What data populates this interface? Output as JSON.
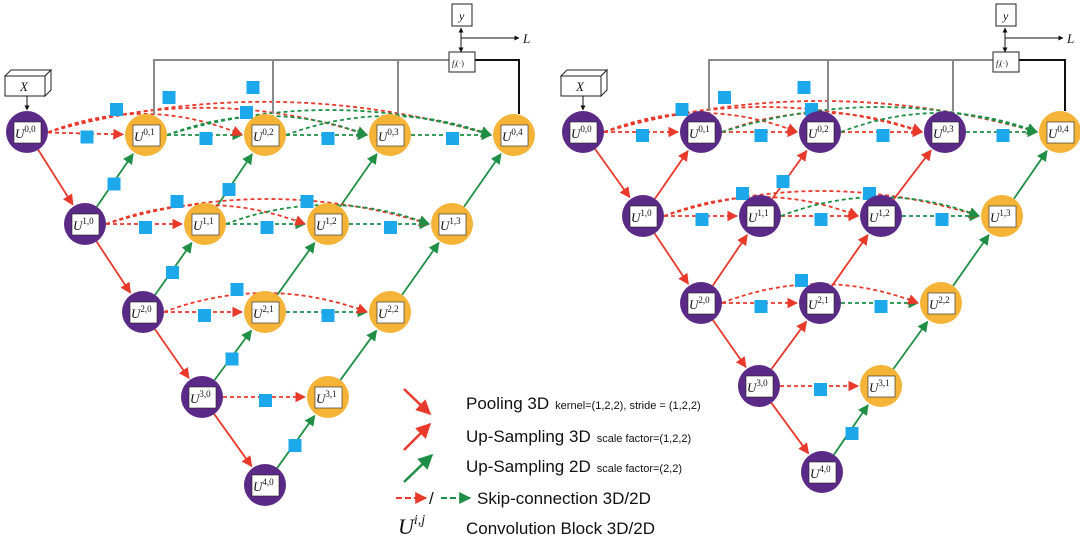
{
  "colors": {
    "encoder": "#5b2a86",
    "decoder": "#f5b338",
    "red": "#e8392b",
    "green": "#1f8f45",
    "square": "#1ea8ec",
    "gray": "#8a8a8a",
    "black": "#111111"
  },
  "input_label": "X",
  "output_label": "y",
  "loss_label": "L",
  "fn_label": "f",
  "fn_sub": "i",
  "fn_arg": "(·)",
  "node_prefix": "U",
  "legend": {
    "pool_3d": "Pooling 3D",
    "pool_3d_params": "kernel=(1,2,2), stride = (1,2,2)",
    "up_3d": "Up-Sampling 3D",
    "up_3d_params": "scale factor=(1,2,2)",
    "up_2d": "Up-Sampling 2D",
    "up_2d_params": "scale factor=(2,2)",
    "skip_sep": "/",
    "skip": "Skip-connection 3D/2D",
    "conv_symbol": "U",
    "conv_sup": "i,j",
    "conv": "Convolution Block 3D/2D"
  },
  "left_nodes": [
    {
      "i": 0,
      "j": 0,
      "type": "encoder"
    },
    {
      "i": 1,
      "j": 0,
      "type": "encoder"
    },
    {
      "i": 2,
      "j": 0,
      "type": "encoder"
    },
    {
      "i": 3,
      "j": 0,
      "type": "encoder"
    },
    {
      "i": 4,
      "j": 0,
      "type": "encoder"
    },
    {
      "i": 0,
      "j": 1,
      "type": "decoder"
    },
    {
      "i": 0,
      "j": 2,
      "type": "decoder"
    },
    {
      "i": 0,
      "j": 3,
      "type": "decoder"
    },
    {
      "i": 0,
      "j": 4,
      "type": "decoder"
    },
    {
      "i": 1,
      "j": 1,
      "type": "decoder"
    },
    {
      "i": 1,
      "j": 2,
      "type": "decoder"
    },
    {
      "i": 1,
      "j": 3,
      "type": "decoder"
    },
    {
      "i": 2,
      "j": 1,
      "type": "decoder"
    },
    {
      "i": 2,
      "j": 2,
      "type": "decoder"
    },
    {
      "i": 3,
      "j": 1,
      "type": "decoder"
    }
  ],
  "right_nodes": [
    {
      "i": 0,
      "j": 0,
      "type": "encoder"
    },
    {
      "i": 1,
      "j": 0,
      "type": "encoder"
    },
    {
      "i": 2,
      "j": 0,
      "type": "encoder"
    },
    {
      "i": 3,
      "j": 0,
      "type": "encoder"
    },
    {
      "i": 4,
      "j": 0,
      "type": "encoder"
    },
    {
      "i": 0,
      "j": 1,
      "type": "encoder"
    },
    {
      "i": 0,
      "j": 2,
      "type": "encoder"
    },
    {
      "i": 0,
      "j": 3,
      "type": "encoder"
    },
    {
      "i": 0,
      "j": 4,
      "type": "decoder"
    },
    {
      "i": 1,
      "j": 1,
      "type": "encoder"
    },
    {
      "i": 1,
      "j": 2,
      "type": "encoder"
    },
    {
      "i": 1,
      "j": 3,
      "type": "decoder"
    },
    {
      "i": 2,
      "j": 1,
      "type": "encoder"
    },
    {
      "i": 2,
      "j": 2,
      "type": "decoder"
    },
    {
      "i": 3,
      "j": 1,
      "type": "decoder"
    }
  ]
}
